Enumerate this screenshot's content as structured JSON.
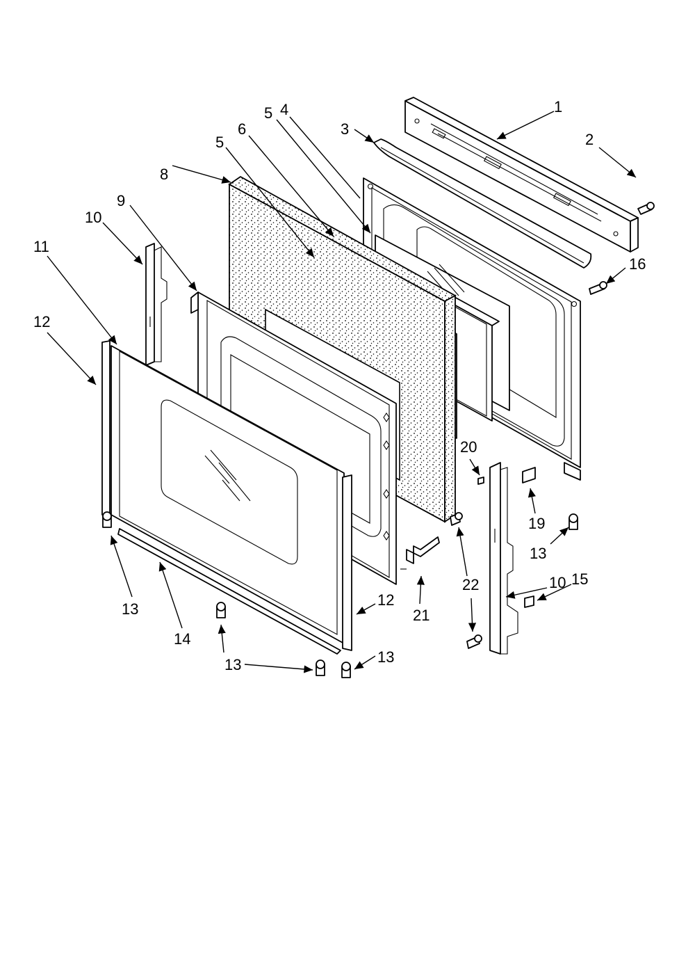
{
  "diagram": {
    "callouts": {
      "c1": "1",
      "c2": "2",
      "c3": "3",
      "c4": "4",
      "c5a": "5",
      "c5b": "5",
      "c6": "6",
      "c8": "8",
      "c9": "9",
      "c10a": "10",
      "c10b": "10",
      "c11": "11",
      "c12a": "12",
      "c12b": "12",
      "c13a": "13",
      "c13b": "13",
      "c13c": "13",
      "c13d": "13",
      "c14": "14",
      "c15": "15",
      "c16": "16",
      "c19": "19",
      "c20": "20",
      "c21": "21",
      "c22": "22"
    }
  }
}
